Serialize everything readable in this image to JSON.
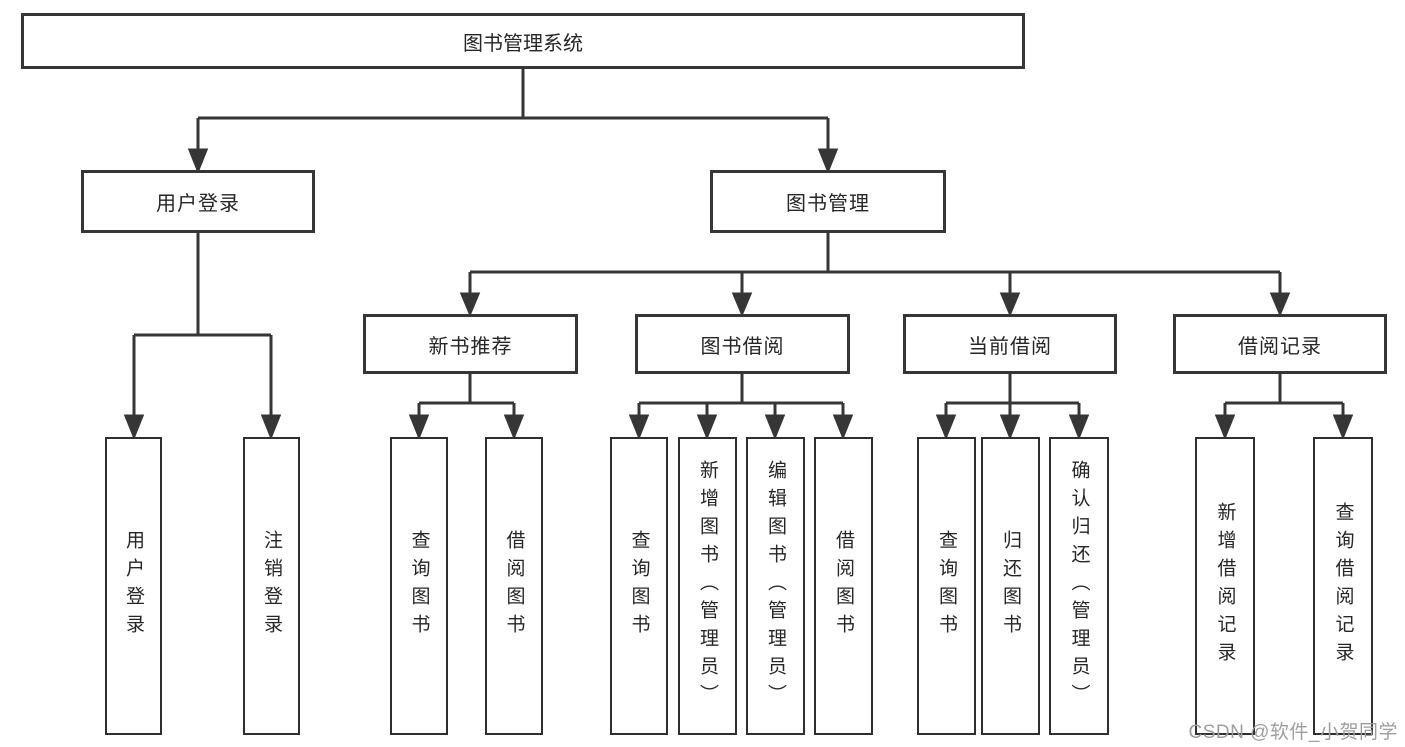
{
  "diagram": {
    "root": {
      "label": "图书管理系统"
    },
    "level2": [
      {
        "label": "用户登录"
      },
      {
        "label": "图书管理"
      }
    ],
    "level3": [
      {
        "label": "新书推荐"
      },
      {
        "label": "图书借阅"
      },
      {
        "label": "当前借阅"
      },
      {
        "label": "借阅记录"
      }
    ],
    "leaves": {
      "user_login": [
        "用户登录",
        "注销登录"
      ],
      "new_books": [
        "查询图书",
        "借阅图书"
      ],
      "book_borrowing": [
        "查询图书",
        "新增图书（管理员）",
        "编辑图书（管理员）",
        "借阅图书"
      ],
      "current_borrowing": [
        "查询图书",
        "归还图书",
        "确认归还（管理员）"
      ],
      "borrowing_records": [
        "新增借阅记录",
        "查询借阅记录"
      ]
    },
    "colors": {
      "line": "#363636",
      "box_background": "#ffffff",
      "text": "#262626",
      "watermark": "#9e9e9e"
    },
    "watermark": "CSDN @软件_小贺同学"
  }
}
